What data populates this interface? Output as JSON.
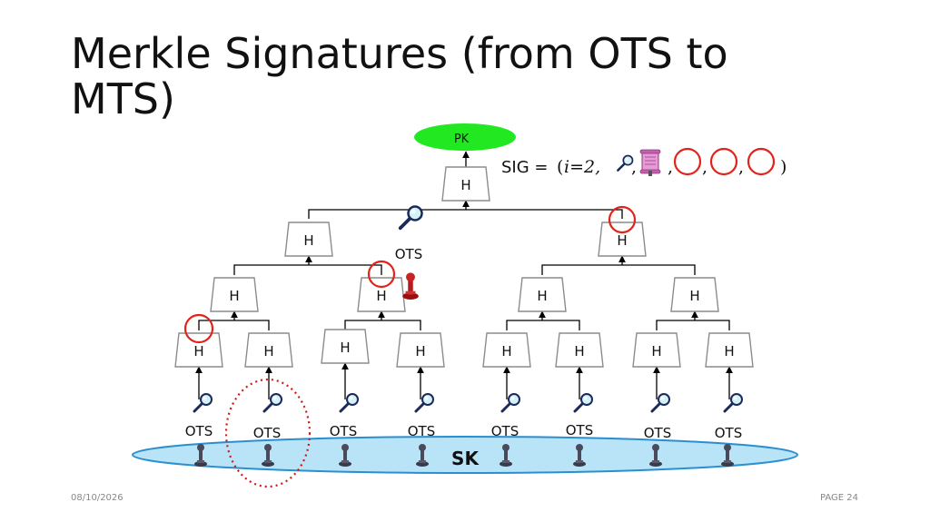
{
  "slide": {
    "title": "Merkle Signatures (from OTS to MTS)",
    "date": "08/10/2026",
    "page": "PAGE 24"
  },
  "diagram": {
    "pk_label": "PK",
    "sk_label": "SK",
    "hash_label": "H",
    "ots_label": "OTS",
    "signature": {
      "prefix": "SIG = ",
      "open": "(",
      "index": "i=2,",
      "separator": ",",
      "close": ")"
    },
    "colors": {
      "pk_fill": "#22e822",
      "sk_fill": "#b9e3f7",
      "sk_stroke": "#2a8fd0",
      "highlight": "#e0241c",
      "edge": "#000000"
    },
    "icons": [
      "magnifier-icon",
      "pawn-icon",
      "scroll-icon"
    ]
  }
}
